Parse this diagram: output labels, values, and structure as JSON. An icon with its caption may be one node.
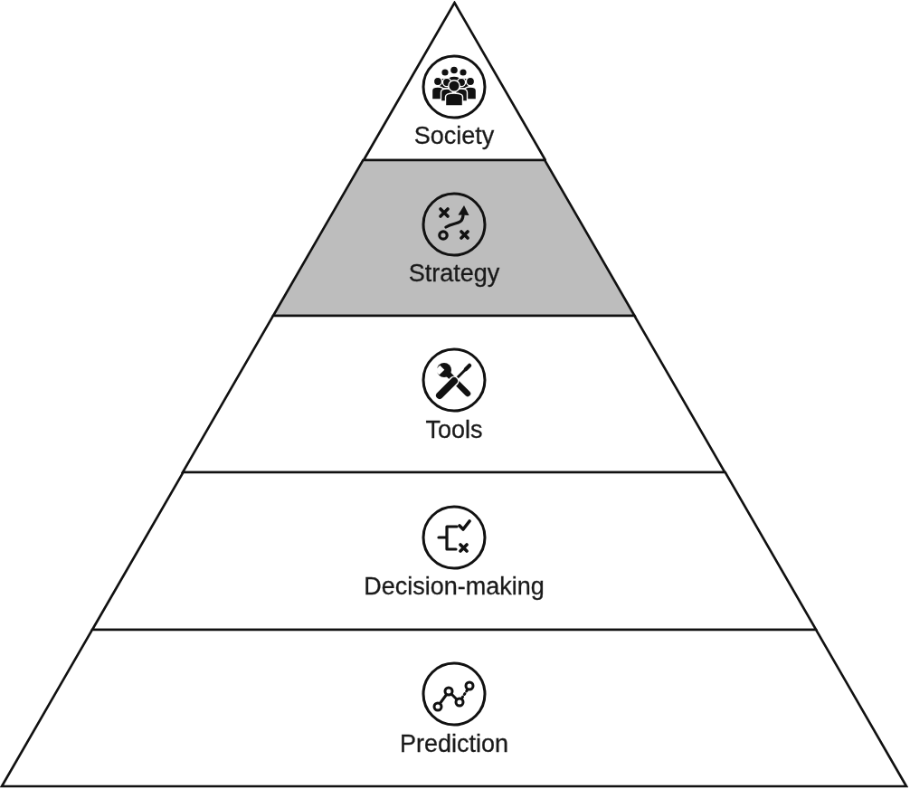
{
  "diagram": {
    "nodes": [
      {
        "text": [
          "Society"
        ]
      },
      {
        "text": [
          "Strategy"
        ]
      },
      {
        "text": [
          "Tools"
        ]
      },
      {
        "text": [
          "Decision-making"
        ]
      },
      {
        "text": [
          "Prediction"
        ]
      }
    ]
  }
}
